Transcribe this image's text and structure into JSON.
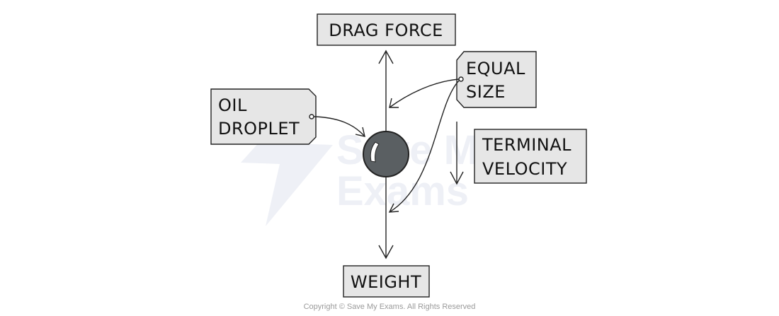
{
  "diagram": {
    "labels": {
      "drag_force": "DRAG FORCE",
      "weight": "WEIGHT",
      "oil_droplet_line1": "OIL",
      "oil_droplet_line2": "DROPLET",
      "equal_size_line1": "EQUAL",
      "equal_size_line2": "SIZE",
      "terminal_velocity_line1": "TERMINAL",
      "terminal_velocity_line2": "VELOCITY"
    },
    "watermark": {
      "line1": "Save My",
      "line2": "Exams"
    },
    "copyright": "Copyright © Save My Exams. All Rights Reserved",
    "colors": {
      "box_fill": "#e6e6e6",
      "droplet_fill": "#5a5f62",
      "stroke": "#222222",
      "watermark": "#eef0f6"
    }
  }
}
